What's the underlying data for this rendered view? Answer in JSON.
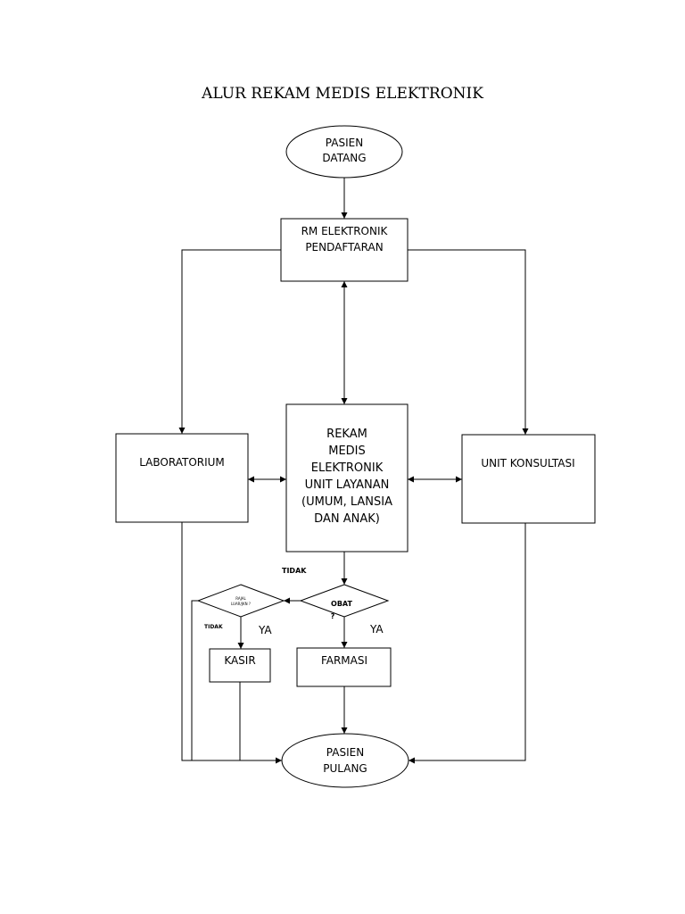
{
  "title": "ALUR REKAM MEDIS ELEKTRONIK",
  "nodes": {
    "pasien_datang": [
      "PASIEN",
      "DATANG"
    ],
    "rm_pendaftaran": [
      "RM ELEKTRONIK",
      "PENDAFTARAN"
    ],
    "rekam_medis": [
      "REKAM",
      "MEDIS",
      "ELEKTRONIK",
      "UNIT LAYANAN",
      "(UMUM, LANSIA",
      "DAN ANAK)"
    ],
    "laboratorium": "LABORATORIUM",
    "unit_konsultasi": "UNIT KONSULTASI",
    "obat": [
      "OBAT",
      "?"
    ],
    "rajal": [
      "RAJAL",
      "LUAR/JKN ?"
    ],
    "kasir": "KASIR",
    "farmasi": "FARMASI",
    "pasien_pulang": [
      "PASIEN",
      "PULANG"
    ]
  },
  "edge_labels": {
    "tidak_obat": "TIDAK",
    "tidak_rajal": "TIDAK",
    "ya_rajal": "YA",
    "ya_obat": "YA"
  }
}
